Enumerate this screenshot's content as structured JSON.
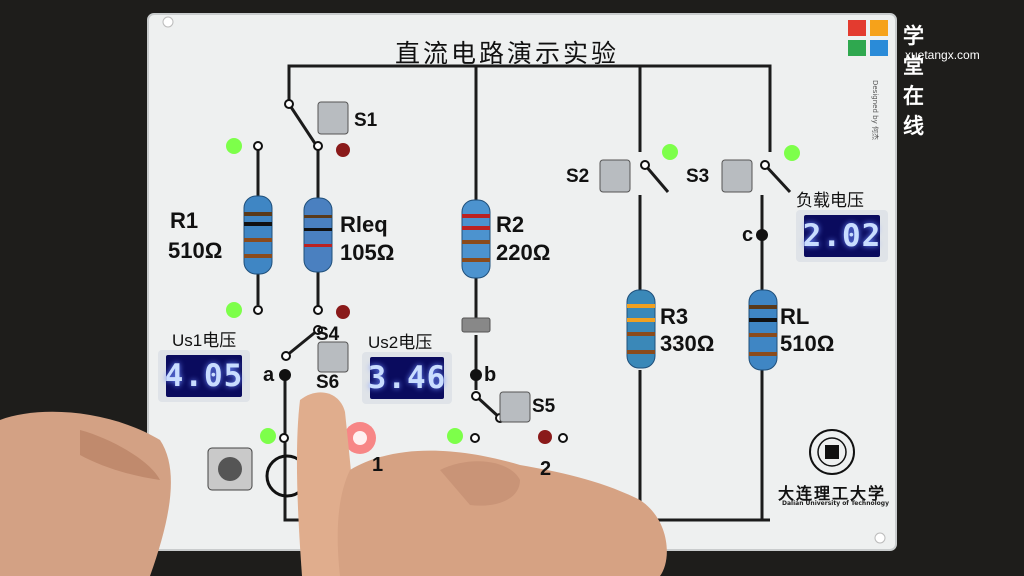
{
  "board": {
    "title": "直流电路演示实验",
    "credit": "Designed by 何杰"
  },
  "brand": {
    "name_cn": "学堂在线",
    "name_en": "xuetangx.com",
    "colors": [
      "#e33b2f",
      "#f6a21a",
      "#2fa84f",
      "#2a8bd8"
    ]
  },
  "university": {
    "name_cn": "大连理工大学",
    "name_en": "Dalian University of Technology"
  },
  "components": {
    "R1": {
      "name": "R1",
      "value": "510Ω"
    },
    "Rleq": {
      "name": "Rleq",
      "value": "105Ω"
    },
    "R2": {
      "name": "R2",
      "value": "220Ω"
    },
    "R3": {
      "name": "R3",
      "value": "330Ω"
    },
    "RL": {
      "name": "RL",
      "value": "510Ω"
    }
  },
  "switches": {
    "S1": "S1",
    "S2": "S2",
    "S3": "S3",
    "S4": "S4",
    "S5": "S5",
    "S6": "S6"
  },
  "nodes": {
    "a": "a",
    "b": "b",
    "c": "c"
  },
  "meters": {
    "us1": {
      "label": "Us1电压",
      "reading": "4.05"
    },
    "us2": {
      "label": "Us2电压",
      "reading": "3.46"
    },
    "load": {
      "label": "负载电压",
      "reading": "2.02"
    }
  },
  "partial": {
    "one": "1",
    "two": "2"
  },
  "leds": {
    "green": "#7dff4a",
    "red": "#ff3030",
    "off_red": "#8a1a1a"
  }
}
